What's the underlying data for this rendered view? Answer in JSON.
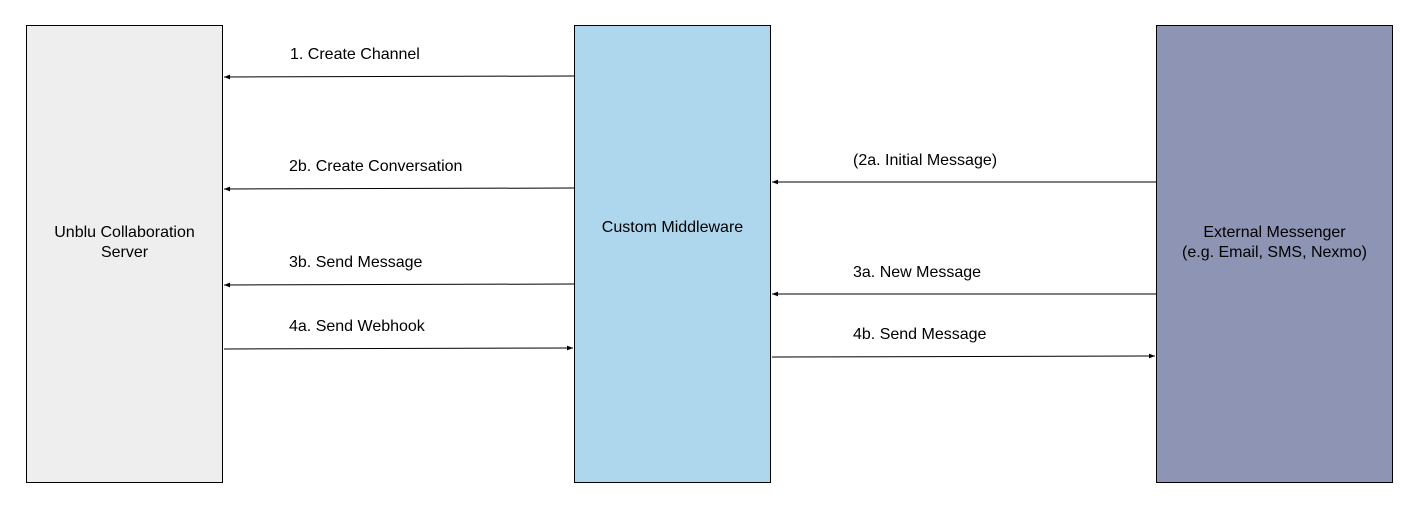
{
  "boxes": {
    "server": {
      "label": "Unblu Collaboration\nServer",
      "color": "#eeeeee"
    },
    "middleware": {
      "label": "Custom Middleware",
      "color": "#aed7ee"
    },
    "messenger": {
      "label": "External Messenger\n(e.g. Email, SMS, Nexmo)",
      "color": "#8e94b4"
    }
  },
  "arrows": {
    "create_channel": "1. Create Channel",
    "create_conversation": "2b. Create Conversation",
    "send_message_to_server": "3b. Send Message",
    "send_webhook": "4a. Send Webhook",
    "initial_message": "(2a. Initial Message)",
    "new_message": "3a. New Message",
    "send_message_to_messenger": "4b. Send Message"
  }
}
